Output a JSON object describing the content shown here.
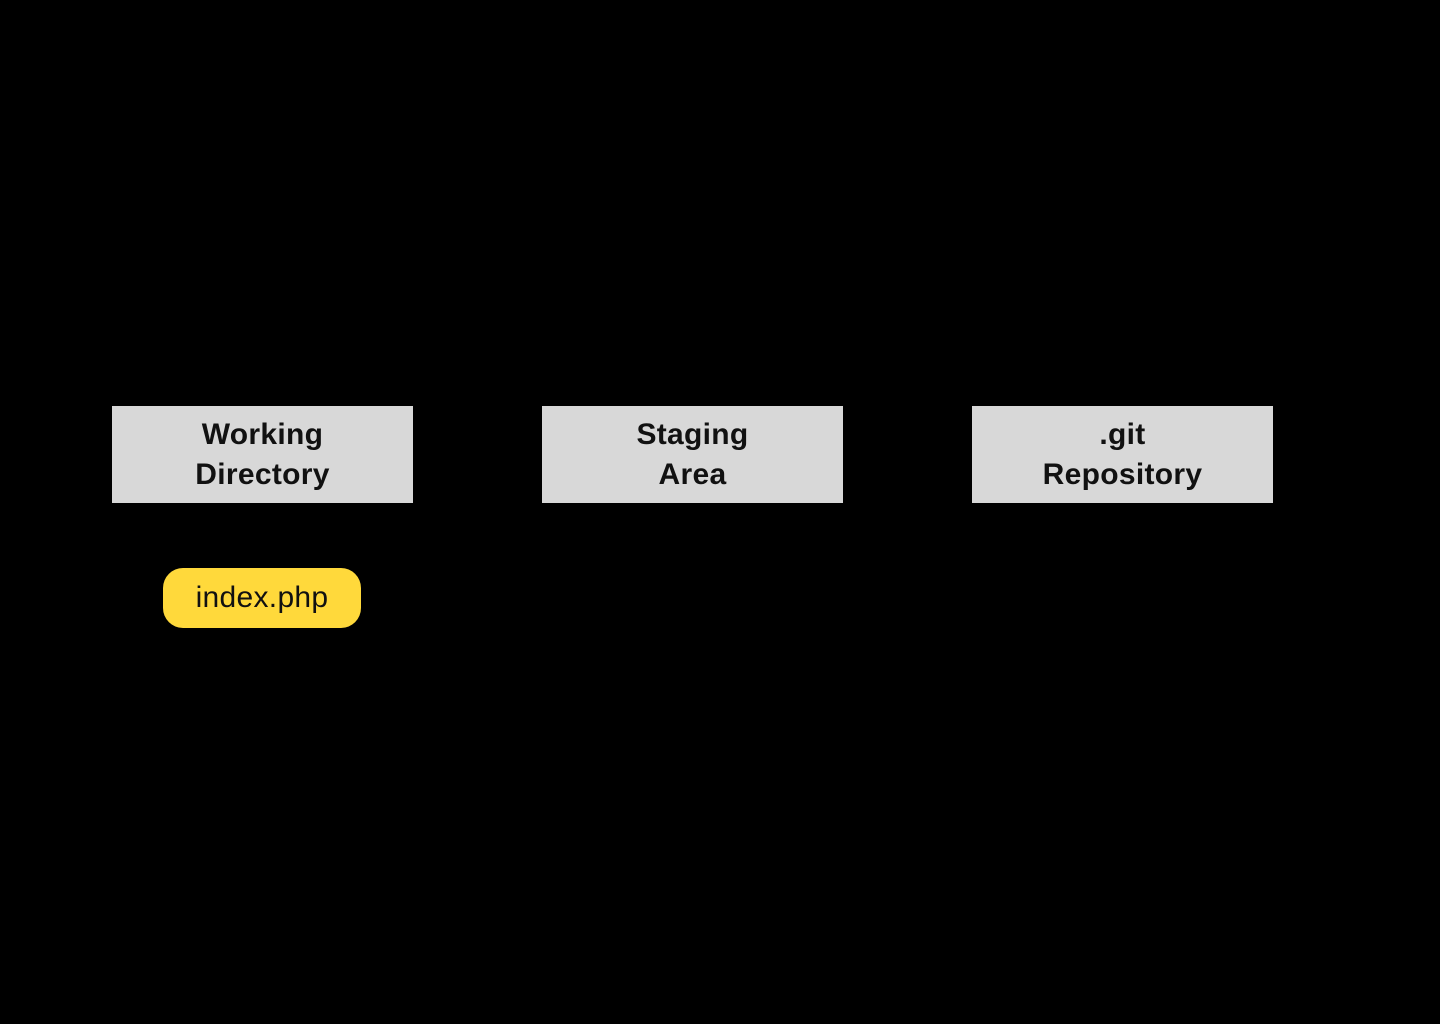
{
  "diagram": {
    "colors": {
      "background": "#000000",
      "header_bg": "#D8D8D8",
      "header_text": "#111111",
      "file_bg": "#FFD93B",
      "file_text": "#111111"
    },
    "columns": [
      {
        "id": "working-directory",
        "line1": "Working",
        "line2": "Directory"
      },
      {
        "id": "staging-area",
        "line1": "Staging",
        "line2": "Area"
      },
      {
        "id": "git-repository",
        "line1": ".git",
        "line2": "Repository"
      }
    ],
    "files": [
      {
        "id": "index-php",
        "label": "index.php",
        "location": "working-directory"
      }
    ]
  }
}
